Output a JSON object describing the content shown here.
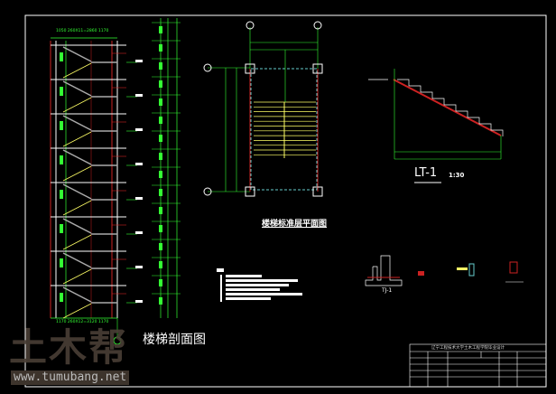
{
  "drawing": {
    "section_title": "楼梯剖面图",
    "plan_title": "楼梯标准层平面图",
    "detail_title": "LT-1",
    "detail_scale": "1:30",
    "footing_title": "TJ-1",
    "top_dimension": "1050  260X11=2860  1170",
    "bottom_dimension": "1170  260X12=3120  1170"
  },
  "title_block": {
    "header": "辽宁工程技术大学土木工程学院毕业设计"
  },
  "watermark": {
    "logo_text": "土木帮",
    "url": "www.tumubang.net"
  },
  "colors": {
    "background": "#000000",
    "frame": "#ffffff",
    "dimension": "#33ff33",
    "axis": "#cc2222",
    "stair": "#ffff66",
    "wall": "#66cccc"
  }
}
